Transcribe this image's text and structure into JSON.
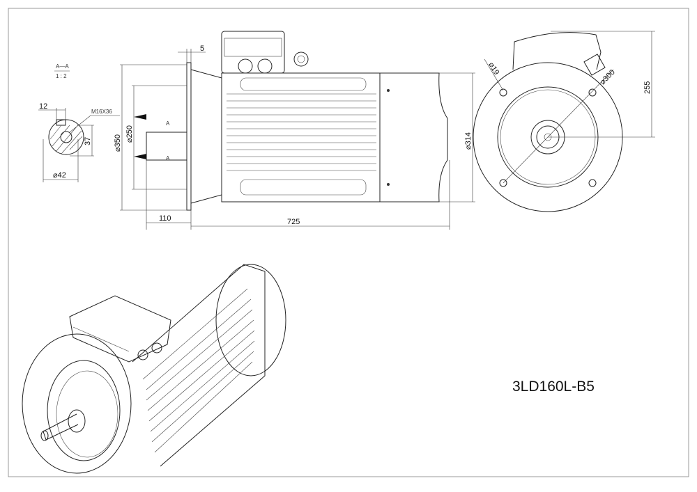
{
  "section": {
    "label": "A—A",
    "scale": "1 : 2",
    "key_width": "12",
    "thread": "M16X36",
    "key_height": "37",
    "shaft_dia": "⌀42"
  },
  "side_view": {
    "flange_dia": "⌀350",
    "spigot_dia": "⌀250",
    "body_dia": "⌀314",
    "flange_thk": "5",
    "shaft_len": "110",
    "total_len": "725",
    "section_mark": "A"
  },
  "front_view": {
    "hole_dia": "⌀19",
    "pcd": "⌀300",
    "height": "255"
  },
  "model": "3LD160L-B5"
}
